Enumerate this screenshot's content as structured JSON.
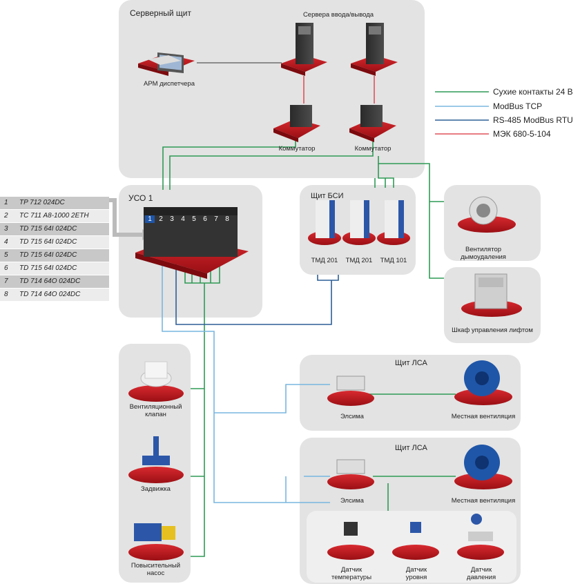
{
  "panels": {
    "server": "Серверный щит",
    "uso": "УСО 1",
    "bsi": "Щит БСИ",
    "lsa1": "Щит ЛСА",
    "lsa2": "Щит ЛСА"
  },
  "devices": {
    "arm": "АРМ диспетчера",
    "servers": "Сервера ввода/вывода",
    "switch1": "Коммутатор",
    "switch2": "Коммутатор",
    "tmd1": "ТМД 201",
    "tmd2": "ТМД 201",
    "tmd3": "ТМД 101",
    "fan_smoke": "Вентилятор дымоудаления",
    "lift_cabinet": "Шкаф управления лифтом",
    "vent_valve": "Вентиляционный клапан",
    "gate_valve": "Задвижка",
    "booster_pump": "Повысительный насос",
    "elsima1": "Элсима",
    "local_vent1": "Местная вентиляция",
    "elsima2": "Элсима",
    "local_vent2": "Местная вентиляция",
    "sensor_temp": "Датчик температуры",
    "sensor_level": "Датчик уровня",
    "sensor_pressure": "Датчик давления"
  },
  "slot_numbers": [
    "1",
    "2",
    "3",
    "4",
    "5",
    "6",
    "7",
    "8"
  ],
  "modules": [
    {
      "n": "1",
      "name": "TP 712 024DC"
    },
    {
      "n": "2",
      "name": "TC 711 A8-1000 2ETH"
    },
    {
      "n": "3",
      "name": "TD 715 64I 024DC"
    },
    {
      "n": "4",
      "name": "TD 715 64I 024DC"
    },
    {
      "n": "5",
      "name": "TD 715 64I 024DC"
    },
    {
      "n": "6",
      "name": "TD 715 64I 024DC"
    },
    {
      "n": "7",
      "name": "TD 714 64O 024DC"
    },
    {
      "n": "8",
      "name": "TD 714 64O 024DC"
    }
  ],
  "legend": [
    {
      "label": "Сухие контакты 24 В",
      "color": "#2e9a55"
    },
    {
      "label": "ModBus TCP",
      "color": "#78b6df"
    },
    {
      "label": "RS-485 ModBus RTU",
      "color": "#2d5e96"
    },
    {
      "label": "МЭК 680-5-104",
      "color": "#e0505a"
    }
  ],
  "colors": {
    "base": "#c8161d",
    "panel": "#e3e3e3"
  }
}
